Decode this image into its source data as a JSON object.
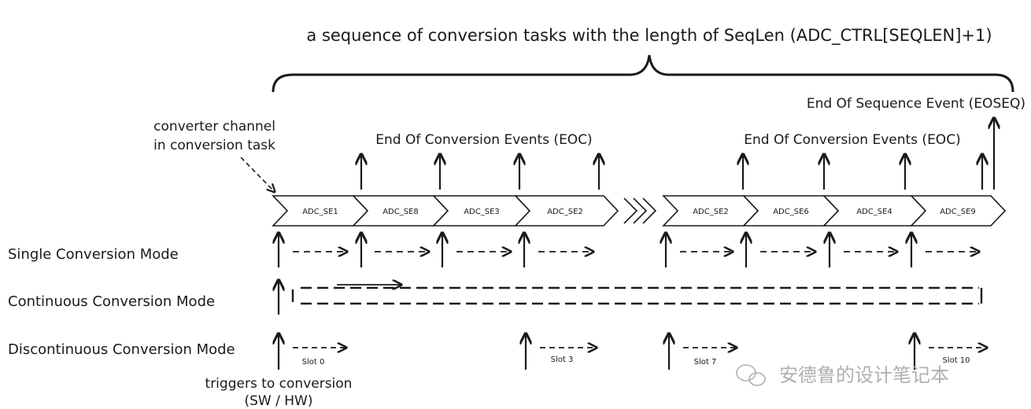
{
  "title": "a sequence of conversion tasks with the length of SeqLen (ADC_CTRL[SEQLEN]+1)",
  "eoseq_label": "End Of Sequence Event (EOSEQ)",
  "eoc_label_left": "End Of Conversion Events (EOC)",
  "eoc_label_right": "End Of Conversion Events (EOC)",
  "channel_note_line1": "converter channel",
  "channel_note_line2": "in conversion task",
  "tasks_left": [
    "ADC_SE1",
    "ADC_SE8",
    "ADC_SE3",
    "ADC_SE2"
  ],
  "tasks_right": [
    "ADC_SE2",
    "ADC_SE6",
    "ADC_SE4",
    "ADC_SE9"
  ],
  "modes": {
    "single": "Single Conversion Mode",
    "continuous": "Continuous Conversion Mode",
    "discontinuous": "Discontinuous Conversion Mode"
  },
  "slots": [
    "Slot 0",
    "Slot 3",
    "Slot 7",
    "Slot 10"
  ],
  "trigger_note_line1": "triggers to conversion",
  "trigger_note_line2": "(SW / HW)",
  "watermark": "安德鲁的设计笔记本"
}
